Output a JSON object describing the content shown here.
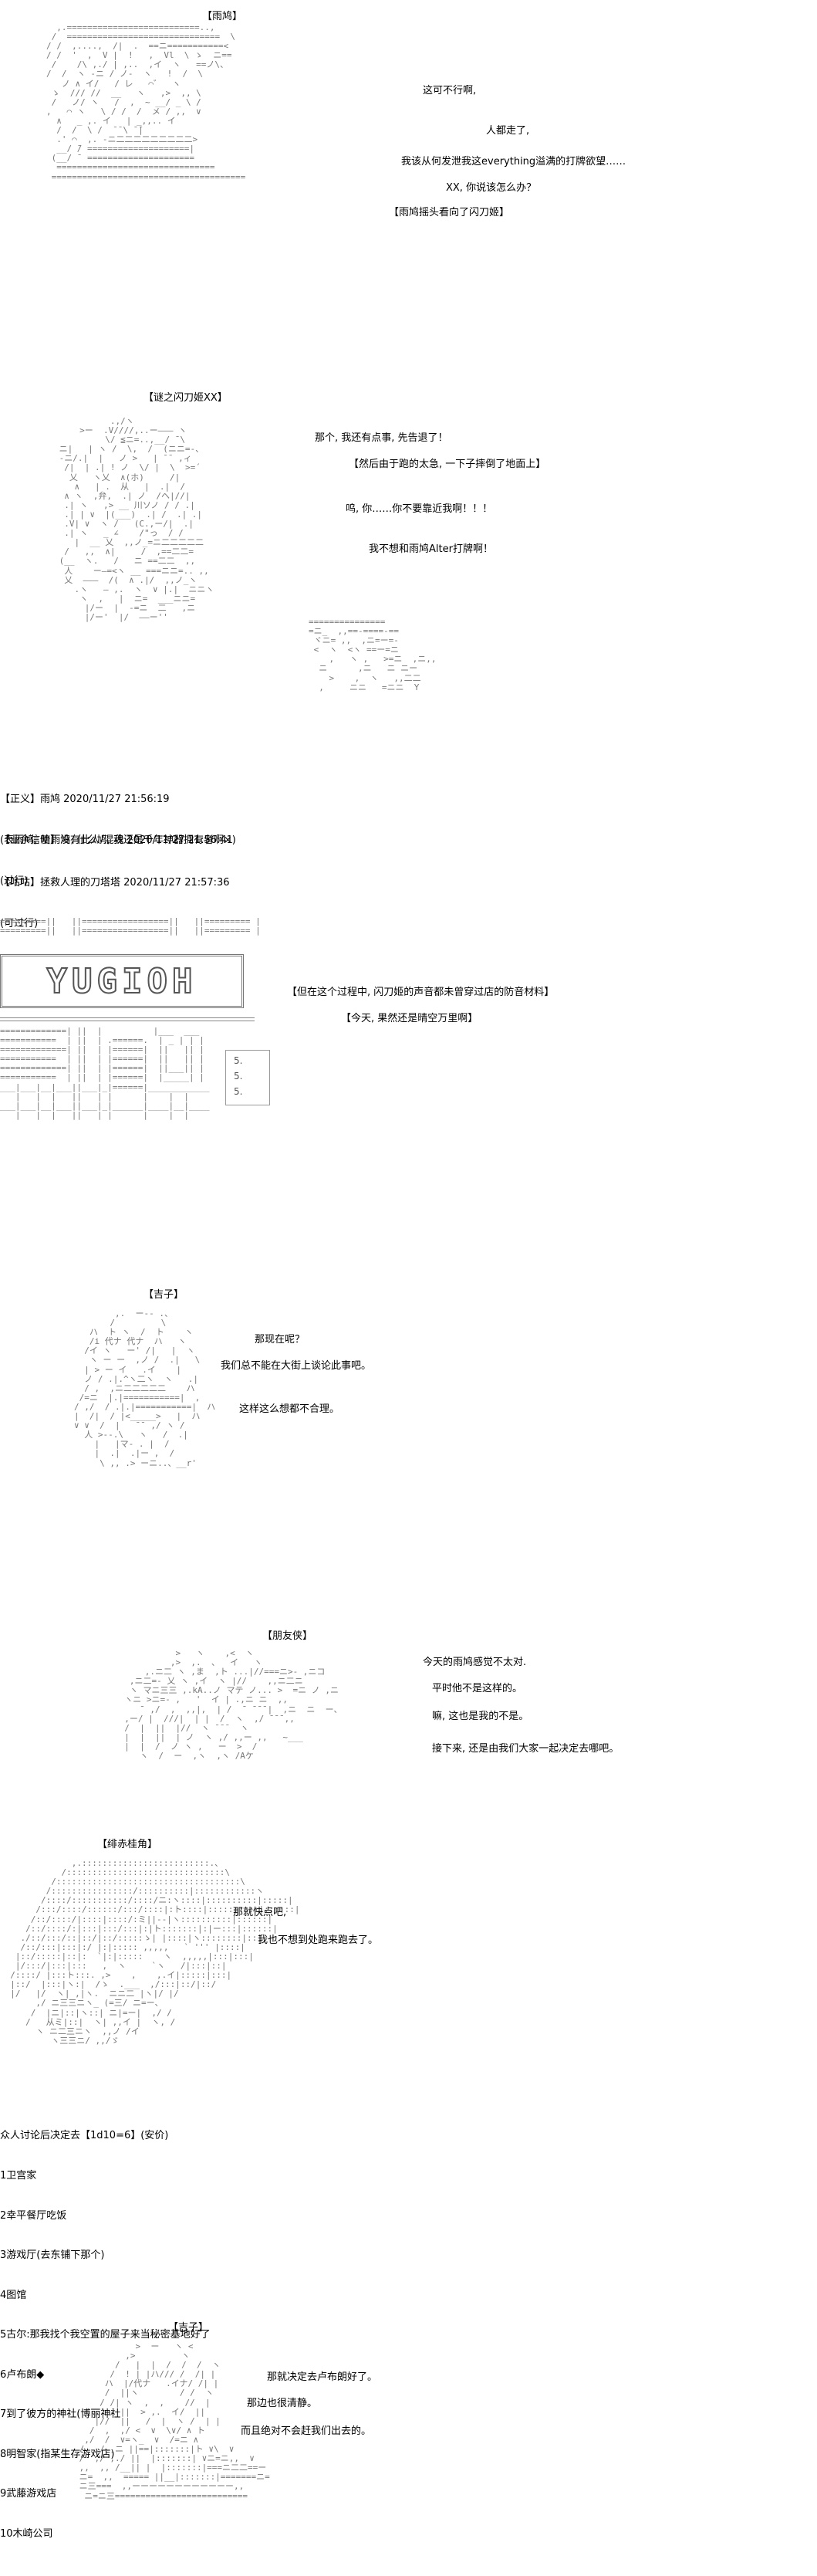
{
  "panel1": {
    "speaker": "【雨鸠】",
    "lines": [
      "这可不行啊,",
      "人都走了,",
      "我该从何发泄我这everything溢满的打牌欲望……",
      "XX, 你说该怎么办？",
      "【雨鸠摇头看向了闪刀姬】"
    ]
  },
  "panel2": {
    "speaker": "【谜之闪刀姬XX】",
    "lines": [
      "那个, 我还有点事, 先告退了！",
      "【然后由于跑的太急, 一下子摔倒了地面上】",
      "呜, 你……你不要靠近我啊！！！",
      "我不想和雨鸠Alter打牌啊！"
    ]
  },
  "comments": [
    {
      "header": "【正义】雨鸠 2020/11/27 21:56:19",
      "body": "(表雨鸠, 暗雨鸠, 什么鸠, 我还是千年神器拥有者啊×)"
    },
    {
      "header": "【业余信使】没有此人/混魂 2020/11/27 21:56:41",
      "body": "(过行)"
    },
    {
      "header": "【咕咕】拯救人理的刀塔塔 2020/11/27 21:57:36",
      "body": "(可过行)"
    }
  ],
  "panel3": {
    "sign": "YUGIOH",
    "shelf": [
      "5.",
      "5.",
      "5."
    ],
    "lines": [
      "【但在这个过程中, 闪刀姬的声音都未曾穿过店的防音材料】",
      "【今天, 果然还是晴空万里啊】"
    ]
  },
  "panel4": {
    "speaker": "【吉子】",
    "lines": [
      "那现在呢？",
      "我们总不能在大街上谈论此事吧。",
      "这样这么想都不合理。"
    ]
  },
  "panel5": {
    "speaker": "【朋友侠】",
    "lines": [
      "今天的雨鸠感觉不太对.",
      "平时他不是这样的。",
      "嘛, 这也是我的不是。",
      "接下来, 还是由我们大家一起决定去哪吧。"
    ]
  },
  "panel6": {
    "speaker": "【绯赤桂角】",
    "lines": [
      "那就快点吧,",
      "我也不想到处跑来跑去了。"
    ]
  },
  "vote": {
    "title": "众人讨论后决定去【1d10=6】(安价)",
    "options": [
      "1卫宫家",
      "2幸平餐厅吃饭",
      "3游戏厅(去东铺下那个)",
      "4图馆",
      "5古尔:那我找个我空置的屋子来当秘密基地好了",
      "6卢布朗◆",
      "7到了彼方的神社(博丽神社",
      "8明智家(指某生存游戏店)",
      "9武藤游戏店",
      "10木崎公司"
    ]
  },
  "panel7": {
    "speaker": "【吉子】",
    "lines": [
      "那就决定去卢布朗好了。",
      "那边也很清静。",
      "而且绝对不会赶我们出去的。"
    ]
  }
}
